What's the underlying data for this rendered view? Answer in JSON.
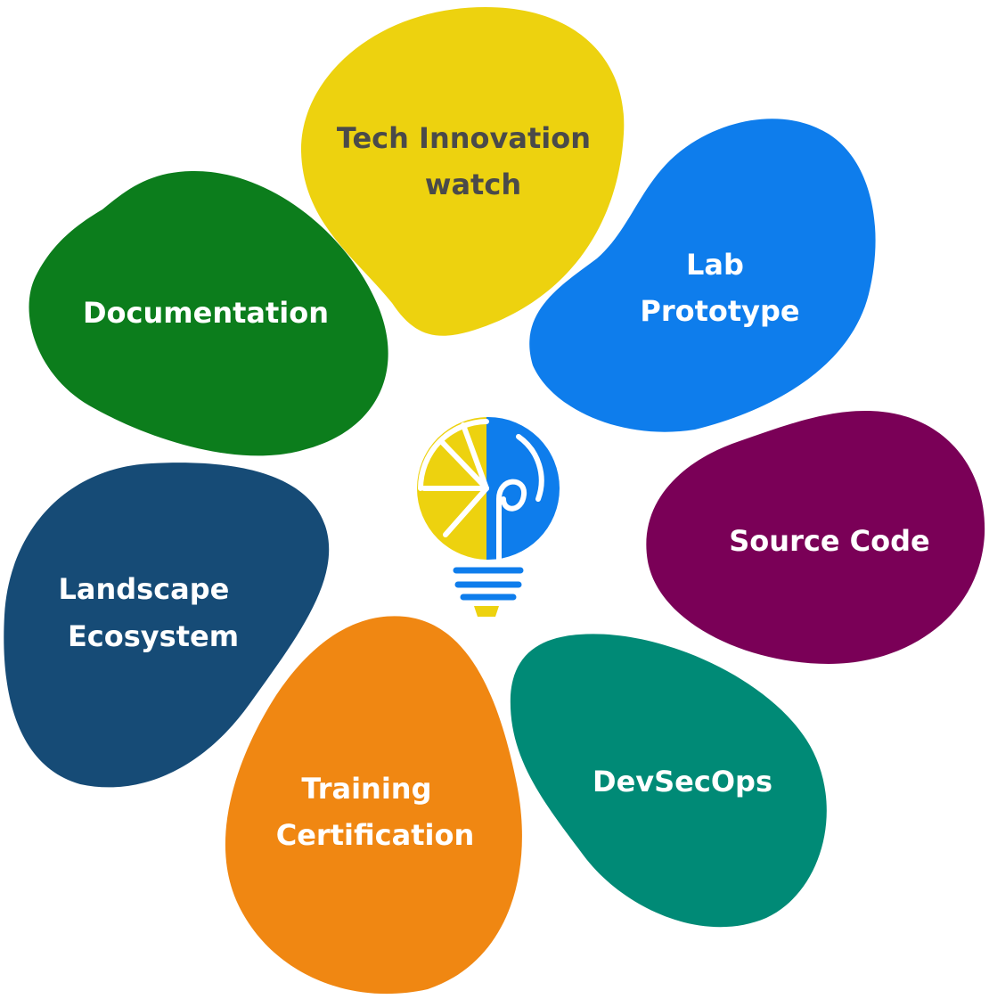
{
  "petals": [
    {
      "id": "tech-innovation-watch",
      "lines": [
        "Tech Innovation",
        "watch"
      ],
      "fill": "#EDD20F",
      "text_color": "#4A4A4A"
    },
    {
      "id": "lab-prototype",
      "lines": [
        "Lab",
        "Prototype"
      ],
      "fill": "#0E7DEC",
      "text_color": "#FFFFFF"
    },
    {
      "id": "source-code",
      "lines": [
        "Source Code"
      ],
      "fill": "#7A0057",
      "text_color": "#FFFFFF"
    },
    {
      "id": "devsecops",
      "lines": [
        "DevSecOps"
      ],
      "fill": "#008A76",
      "text_color": "#FFFFFF"
    },
    {
      "id": "training-certification",
      "lines": [
        "Training",
        "Certification"
      ],
      "fill": "#F08712",
      "text_color": "#FFFFFF"
    },
    {
      "id": "landscape-ecosystem",
      "lines": [
        "Landscape",
        "Ecosystem"
      ],
      "fill": "#164B76",
      "text_color": "#FFFFFF"
    },
    {
      "id": "documentation",
      "lines": [
        "Documentation"
      ],
      "fill": "#0C7D1C",
      "text_color": "#FFFFFF"
    }
  ],
  "center_icon": {
    "name": "lightbulb-icon",
    "left_color": "#EDD20F",
    "right_color": "#0E7DEC"
  }
}
